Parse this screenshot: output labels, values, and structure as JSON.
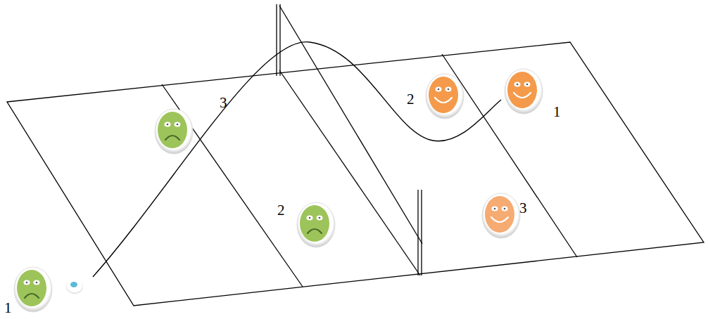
{
  "diagram": {
    "labels": [
      "3",
      "2",
      "1",
      "2",
      "3",
      "1"
    ]
  }
}
